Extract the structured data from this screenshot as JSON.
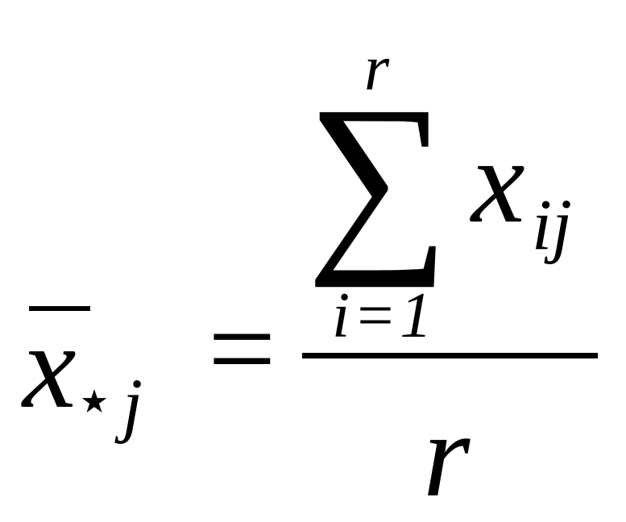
{
  "formula": {
    "lhs_var": "x",
    "lhs_sub_star": "⋆",
    "lhs_sub_j": "j",
    "equals": "=",
    "sum_symbol": "∑",
    "sum_upper": "r",
    "sum_lower": "i = 1",
    "summand": "x",
    "summand_sub": "ij",
    "denominator": "r"
  }
}
